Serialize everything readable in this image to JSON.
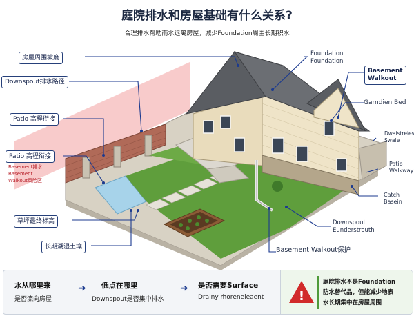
{
  "header": {
    "title": "庭院排水和房屋基础有什么关系?",
    "subtitle": "合理排水帮助雨水远离房屋，减少Foundation周围长期积水"
  },
  "labels": {
    "slope": "房屋周围坡度",
    "downspout_path": "Downspout排水路径",
    "patio_grade_1": "Patio 高程衔接",
    "patio_grade_2": "Patio 高程衔接",
    "red_1": "Basement排水",
    "red_2": "Basement",
    "red_3": "Walkout风险区",
    "lawn": "草坪最终标高",
    "wet_soil": "长期潮湿土壤",
    "foundation_1": "Foundation",
    "foundation_2": "Foundation",
    "basement_walkout_right": "Basement\nWalkout",
    "garden_bed": "Garndien Bed",
    "drainage_swale_1": "Dwaistreiev",
    "drainage_swale_2": "Swale",
    "patio_walkway_1": "Patio",
    "patio_walkway_2": "Walkway",
    "catch_basin_1": "Catch",
    "catch_basin_2": "Basein",
    "downspout_ext_1": "Downspout",
    "downspout_ext_2": "Eunderstrouth",
    "basement_walkout_bottom": "Basement Walkout保护"
  },
  "bottom": {
    "s1_head": "水从哪里来",
    "s1_sub": "是否流向房屋",
    "s2_head": "低点在哪里",
    "s2_sub": "Downspout是否集中排水",
    "s3_head": "是否需要Surface",
    "s3_sub": "Drainy ṁoreneleaent",
    "alert_1": "庭院排水不是Foundation",
    "alert_2": "防水替代品，但能减少地表",
    "alert_3": "水长期集中在房屋周围",
    "arrow_glyph": "➜",
    "alert_glyph": "!"
  },
  "colors": {
    "leader": "#1b3a8f",
    "alert_red": "#d12a2a",
    "alert_green": "#4f9a3a",
    "lawn": "#5f9e3c",
    "roof": "#5a5d62",
    "siding": "#e9dcbc",
    "brick": "#b06a58",
    "risk_zone": "#f3a0a0"
  }
}
